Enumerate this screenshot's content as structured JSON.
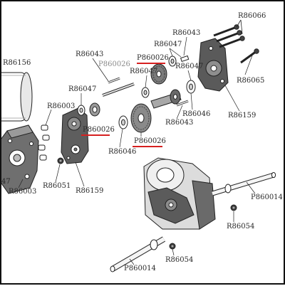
{
  "colors": {
    "ink": "#222222",
    "label_text": "#2a2a2a",
    "alt_label_text": "#8a8a8a",
    "highlight_underline": "#d62020",
    "metal_light": "#d9d9d9",
    "metal_dark": "#6e6e6e",
    "housing_dark": "#5a5a5a"
  },
  "labels": {
    "r86066": "R86066",
    "r86043_top": "R86043",
    "r86047_top": "R86047",
    "p860026_top": "P860026",
    "r86043_left": "R86043",
    "p860026_left_gray": "P860026",
    "r86047_mid": "R86047",
    "r86047_right": "R86047",
    "r86065": "R86065",
    "r86156": "R86156",
    "r86003_top": "R86003",
    "r86047_lower": "R86047",
    "p860026_mid": "P860026",
    "r86046_right": "R86046",
    "r86159_top": "R86159",
    "r86043_mid": "R86043",
    "p860026_bottom": "P860026",
    "r86046_left": "R86046",
    "r86051": "R86051",
    "r86159_bottom": "R86159",
    "r86003_bottom": "R86003",
    "left_edge_47": "47",
    "p860014_right": "P860014",
    "r86054_right": "R86054",
    "p860014_bottom": "P860014",
    "r86054_bottom": "R86054"
  }
}
